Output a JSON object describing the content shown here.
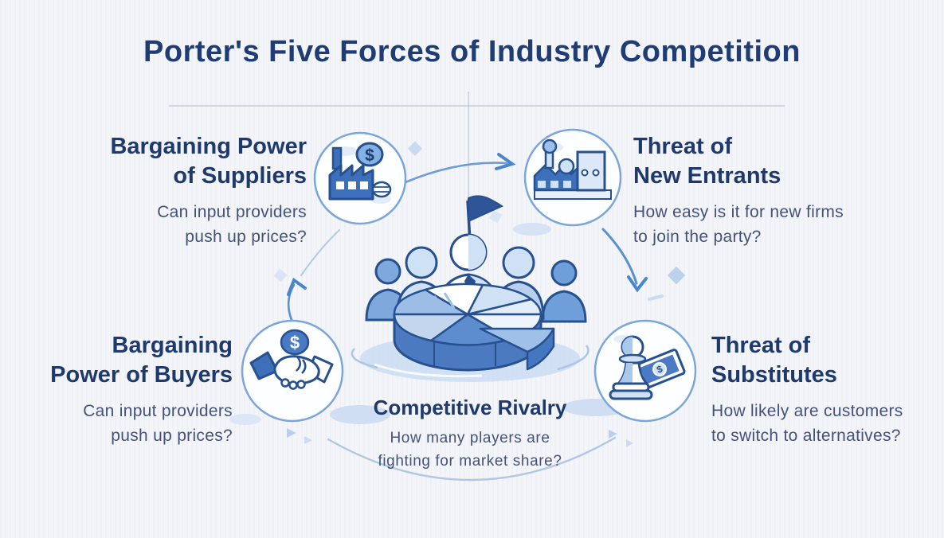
{
  "title": "Porter's Five Forces of Industry Competition",
  "colors": {
    "background": "#f4f5f9",
    "heading_navy": "#1e3a6d",
    "subtitle_slate": "#44527a",
    "icon_blue": "#3e6fba",
    "icon_outline": "#27508f",
    "light_blue": "#cfe1f4",
    "circle_border": "#7aa6da",
    "arrow_blue": "#5b8fd0"
  },
  "center": {
    "heading": "Competitive Rivalry",
    "subtitle_line1": "How many players are",
    "subtitle_line2": "fighting for market share?",
    "illustration": "five-competitors-around-market-share-pie-chart-with-victory-flag"
  },
  "forces": {
    "suppliers": {
      "heading_line1": "Bargaining Power",
      "heading_line2": "of Suppliers",
      "subtitle_line1": "Can input providers",
      "subtitle_line2": "push up prices?",
      "icon": "factory-with-dollar-coin-icon",
      "currency_symbol": "$"
    },
    "new_entrants": {
      "heading_line1": "Threat of",
      "heading_line2": "New Entrants",
      "subtitle_line1": "How easy is it for new firms",
      "subtitle_line2": "to join the party?",
      "icon": "factory-with-open-door-icon"
    },
    "buyers": {
      "heading_line1": "Bargaining",
      "heading_line2": "Power of Buyers",
      "subtitle_line1": "Can input providers",
      "subtitle_line2": "push up prices?",
      "icon": "handshake-with-dollar-coin-icon",
      "currency_symbol": "$"
    },
    "substitutes": {
      "heading_line1": "Threat of",
      "heading_line2": "Substitutes",
      "subtitle_line1": "How likely are customers",
      "subtitle_line2": "to switch to alternatives?",
      "icon": "chess-pawn-with-banknote-icon",
      "currency_symbol": "$"
    }
  }
}
